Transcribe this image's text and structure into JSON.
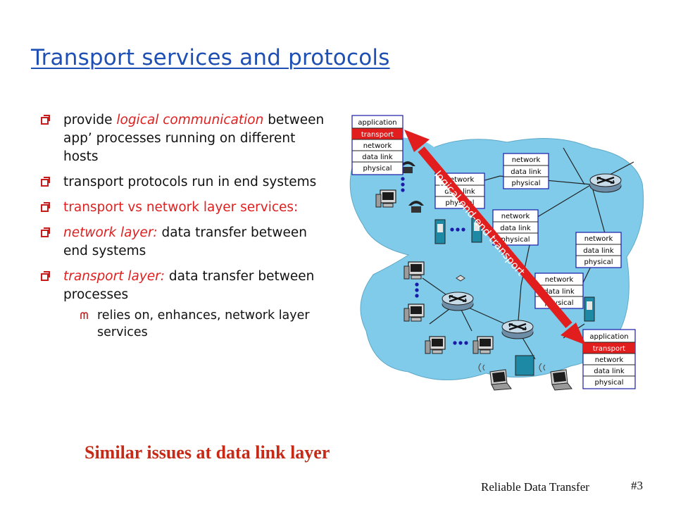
{
  "slide": {
    "title": "Transport services and protocols",
    "bullets": [
      {
        "pre": "provide ",
        "em": "logical communication",
        "post": " between app’ processes running on different hosts"
      },
      {
        "text": "transport protocols run in end systems"
      },
      {
        "text": "transport vs network layer services:"
      },
      {
        "em": "network layer:",
        "post": " data transfer between end systems"
      },
      {
        "em": "transport layer:",
        "post": " data transfer between processes"
      }
    ],
    "subbullet": "relies on, enhances, network layer services",
    "highlight": "Similar issues at data link layer",
    "footer": "Reliable Data Transfer",
    "page": "#3"
  },
  "diagram": {
    "arrow_label": "logical end-end transport",
    "host_stack": [
      "application",
      "transport",
      "network",
      "data link",
      "physical"
    ],
    "router_stack": [
      "network",
      "data link",
      "physical"
    ],
    "colors": {
      "network_fill": "#7fcbe9",
      "arrow": "#e21d1d",
      "transport_fill": "#e21d1d"
    }
  }
}
